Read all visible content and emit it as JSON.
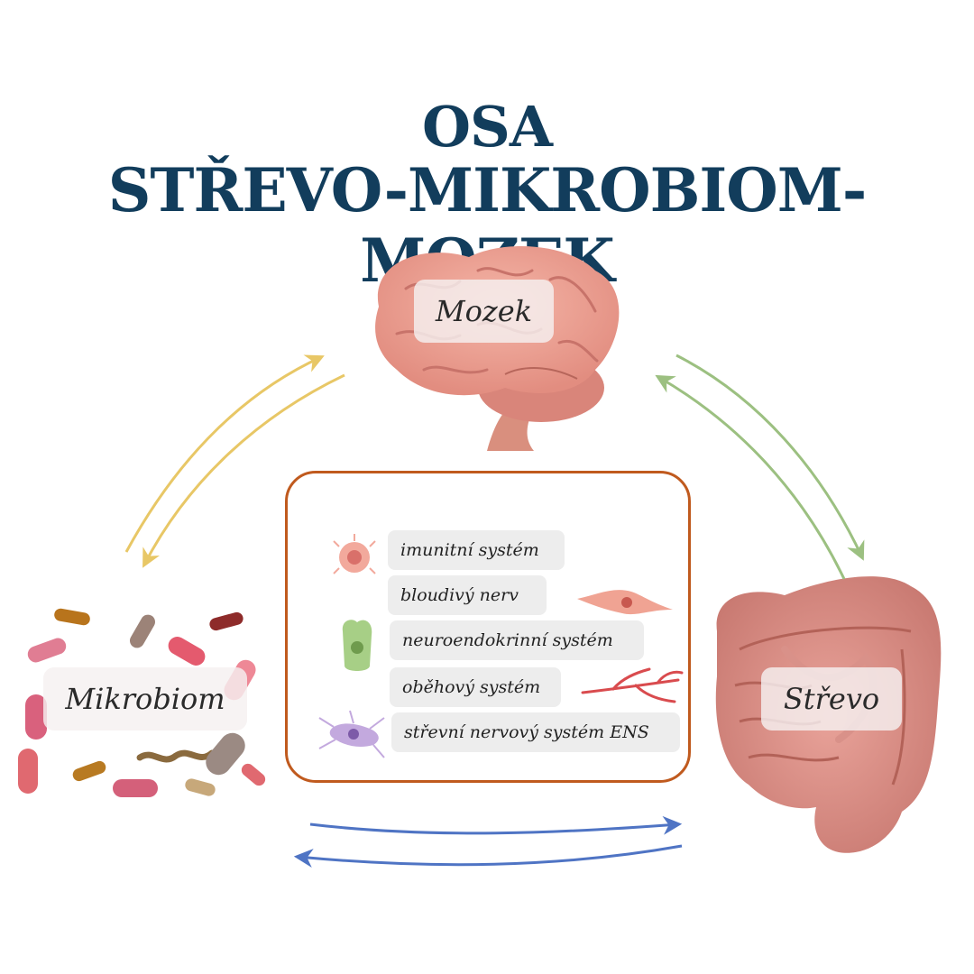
{
  "title": {
    "line1": "OSA",
    "line2": "STŘEVO-MIKROBIOM-MOZEK"
  },
  "nodes": {
    "brain": "Mozek",
    "microbiome": "Mikrobiom",
    "gut": "Střevo"
  },
  "pathways": [
    "imunitní systém",
    "bloudivý nerv",
    "neuroendokrinní systém",
    "oběhový systém",
    "střevní nervový systém ENS"
  ],
  "colors": {
    "title": "#123d5c",
    "box_border": "#c05a1e",
    "arrow_left": "#e8c766",
    "arrow_right": "#9cc081",
    "arrow_bottom": "#4f74c4"
  }
}
